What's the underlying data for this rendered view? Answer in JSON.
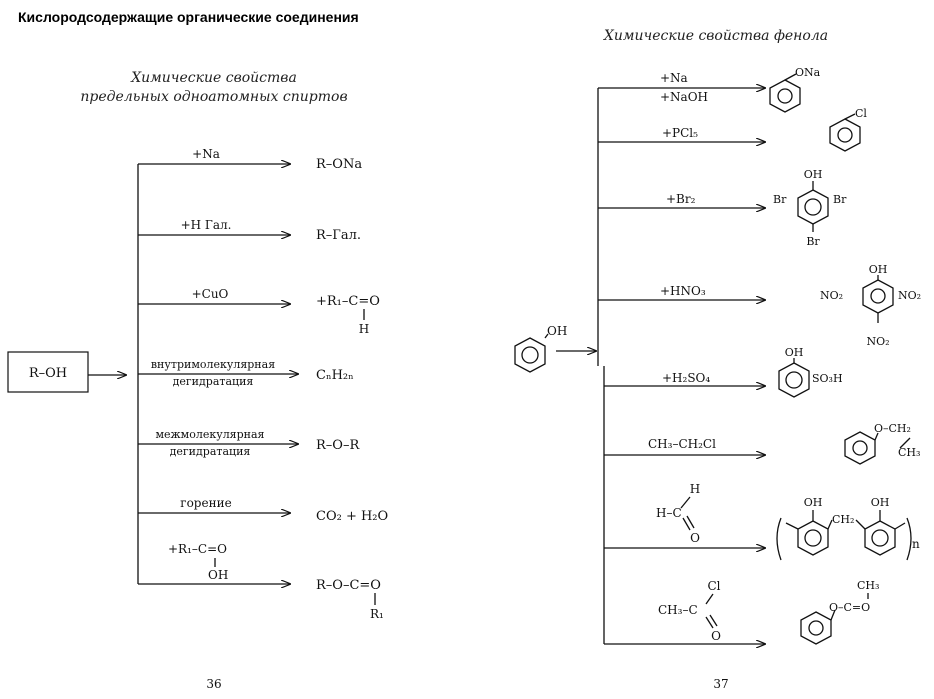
{
  "header": {
    "title": "Кислородсодержащие органические соединения"
  },
  "left": {
    "title_line1": "Химические свойства",
    "title_line2": "предельных одноатомных спиртов",
    "reactant": "R–OH",
    "reactions": [
      {
        "reagent": "+Na",
        "product": "R–ONa"
      },
      {
        "reagent": "+H Гал.",
        "product": "R–Гал."
      },
      {
        "reagent": "+CuO",
        "product": "+R₁–C=O",
        "product_extra": "H"
      },
      {
        "reagent": "внутримолекулярная",
        "reagent2": "дегидратация",
        "product": "CₙH₂ₙ"
      },
      {
        "reagent": "межмолекулярная",
        "reagent2": "дегидратация",
        "product": "R–O–R"
      },
      {
        "reagent": "горение",
        "product": "CO₂ + H₂O"
      },
      {
        "reagent": "+R₁–C=O",
        "reagent2": "OH",
        "product": "R–O–C=O",
        "product_extra": "R₁"
      }
    ],
    "page_number": "36"
  },
  "right": {
    "title": "Химические свойства фенола",
    "reactant_label": "OH",
    "reactions": [
      {
        "reagent": "+Na",
        "reagent2": "+NaOH",
        "product_labels": [
          "ONa"
        ]
      },
      {
        "reagent": "+PCl₅",
        "product_labels": [
          "Cl"
        ]
      },
      {
        "reagent": "+Br₂",
        "product_labels": [
          "OH",
          "Br",
          "Br",
          "Br"
        ]
      },
      {
        "reagent": "+HNO₃",
        "product_labels": [
          "OH",
          "NO₂",
          "NO₂",
          "NO₂"
        ]
      },
      {
        "reagent": "+H₂SO₄",
        "product_labels": [
          "OH",
          "SO₃H"
        ]
      },
      {
        "reagent": "CH₃–CH₂Cl",
        "product_labels": [
          "O–CH₂",
          "CH₃"
        ]
      },
      {
        "reagent_labels": [
          "H",
          "H–C",
          "O"
        ],
        "product_labels": [
          "OH",
          "OH",
          "CH₂",
          "n"
        ]
      },
      {
        "reagent_labels": [
          "Cl",
          "CH₃–C",
          "O"
        ],
        "product_labels": [
          "CH₃",
          "O–C=O"
        ]
      }
    ],
    "page_number": "37"
  }
}
